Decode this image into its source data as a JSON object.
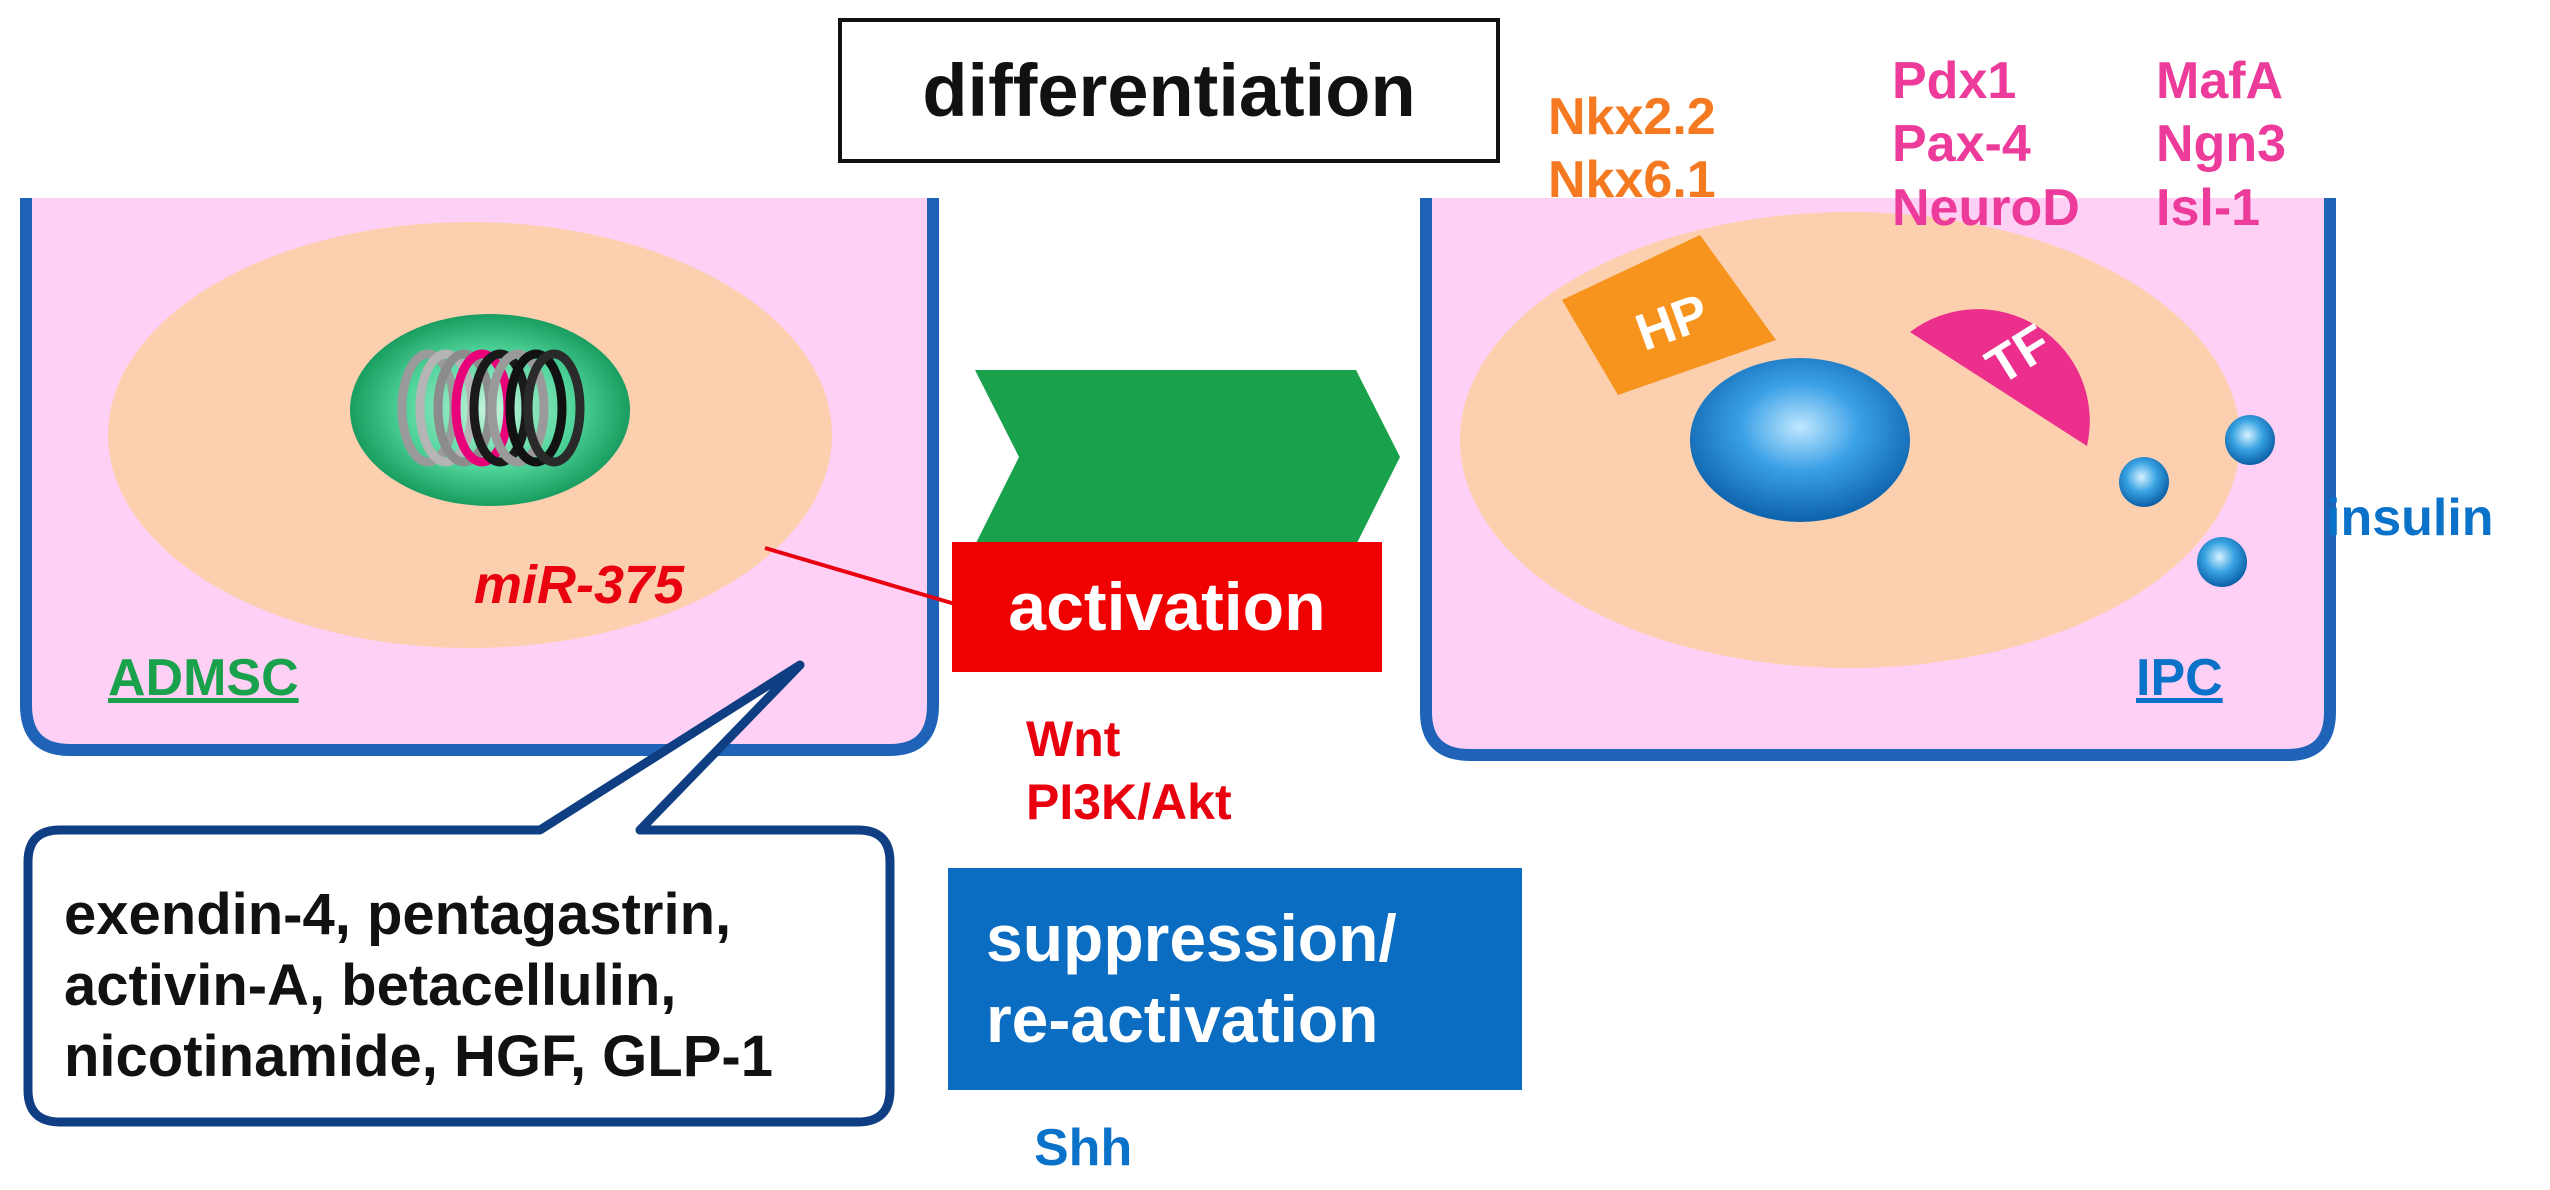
{
  "title": "differentiation",
  "cells": {
    "left_label": "ADMSC",
    "right_label": "IPC"
  },
  "mirna": "miR-375",
  "inducers": [
    "exendin-4, pentagastrin,",
    "activin-A, betacellulin,",
    "nicotinamide, HGF, GLP-1"
  ],
  "activation": {
    "label": "activation",
    "pathways": [
      "Wnt",
      "PI3K/Akt"
    ]
  },
  "suppression": {
    "lines": [
      "suppression/",
      "re-activation"
    ],
    "pathway": "Shh"
  },
  "hormone_protein": {
    "badge": "HP",
    "factors": [
      "Nkx2.2",
      "Nkx6.1"
    ]
  },
  "transcription_factor": {
    "badge": "TF",
    "factors_col1": [
      "Pdx1",
      "Pax-4",
      "NeuroD"
    ],
    "factors_col2": [
      "MafA",
      "Ngn3",
      "Isl-1"
    ]
  },
  "secretion": "insulin",
  "colors": {
    "cell_fill": "#ffd0f5",
    "cell_border": "#1f63b8",
    "cytoplasm": "#fcd0ae",
    "nucleus_left": "#1fa86a",
    "chevrons": "#1aa14b",
    "hp_badge": "#f7941d",
    "tf_badge": "#ec2e8c",
    "activation": "#f00000",
    "suppression": "#0a6dc2"
  }
}
